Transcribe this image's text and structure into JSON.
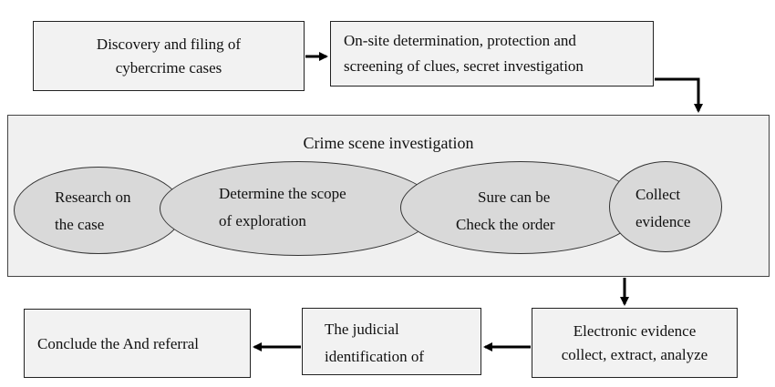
{
  "boxes": {
    "discovery": {
      "lines": [
        "Discovery and filing of",
        "cybercrime cases"
      ]
    },
    "onsite": {
      "lines": [
        "On-site  determination,  protection  and",
        "screening of clues, secret investigation"
      ]
    },
    "electronic": {
      "lines": [
        "Electronic evidence",
        "collect, extract, analyze"
      ]
    },
    "judicial": {
      "lines": [
        "The judicial",
        "identification of"
      ]
    },
    "conclude": {
      "lines": [
        "Conclude the And referral"
      ]
    }
  },
  "panel": {
    "title": "Crime scene investigation",
    "ellipses": [
      {
        "lines": [
          "Research     on",
          "the case"
        ]
      },
      {
        "lines": [
          "Determine  the  scope",
          "of    exploration"
        ]
      },
      {
        "lines": [
          "Sure can be",
          "Check the order"
        ]
      },
      {
        "lines": [
          "Collect",
          "evidence"
        ]
      }
    ]
  }
}
